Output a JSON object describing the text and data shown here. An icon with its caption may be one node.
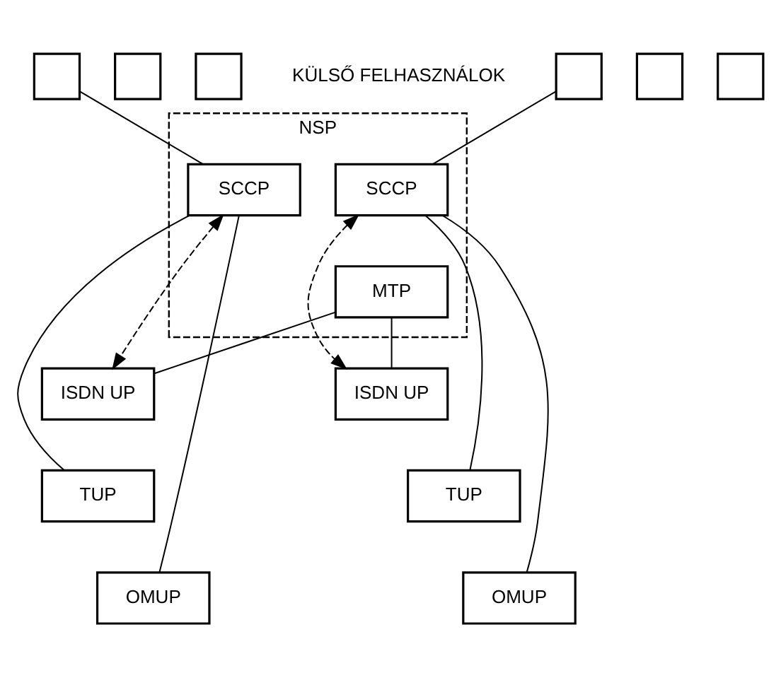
{
  "diagram": {
    "nodes": [
      {
        "text": [],
        "shape": "box"
      },
      {
        "text": [],
        "shape": "box"
      },
      {
        "text": [],
        "shape": "box"
      },
      {
        "text": [],
        "shape": "box"
      },
      {
        "text": [],
        "shape": "box"
      },
      {
        "text": [],
        "shape": "box"
      },
      {
        "text": [
          "NSP"
        ]
      },
      {
        "text": [
          "SCCP"
        ],
        "in": 6
      },
      {
        "text": [
          "SCCP"
        ],
        "in": 6
      },
      {
        "text": [
          "ISDN UP"
        ]
      },
      {
        "text": [
          "MTP"
        ],
        "in": 6
      },
      {
        "text": [
          "ISDN UP"
        ]
      },
      {
        "text": [
          "TUP"
        ]
      },
      {
        "text": [
          "TUP"
        ]
      },
      {
        "text": [
          "OMUP"
        ]
      },
      {
        "text": [
          "OMUP"
        ]
      }
    ],
    "edges": [
      {
        "from": 0,
        "to": 7,
        "arrow": "none"
      },
      {
        "from": 3,
        "to": 8,
        "arrow": "none"
      },
      {
        "from": 7,
        "to": 9,
        "arrow": "both",
        "style": "dashed"
      },
      {
        "from": 8,
        "to": 11,
        "arrow": "both",
        "style": "dashed"
      },
      {
        "from": 7,
        "to": 12,
        "arrow": "none"
      },
      {
        "from": 7,
        "to": 14,
        "arrow": "none"
      },
      {
        "from": 9,
        "to": 10,
        "arrow": "none"
      },
      {
        "from": 10,
        "to": 11,
        "arrow": "none"
      },
      {
        "from": 8,
        "to": 13,
        "arrow": "none"
      },
      {
        "from": 8,
        "to": 15,
        "arrow": "none"
      }
    ],
    "labels": [
      "KÜLSŐ FELHASZNÁLOK"
    ]
  }
}
